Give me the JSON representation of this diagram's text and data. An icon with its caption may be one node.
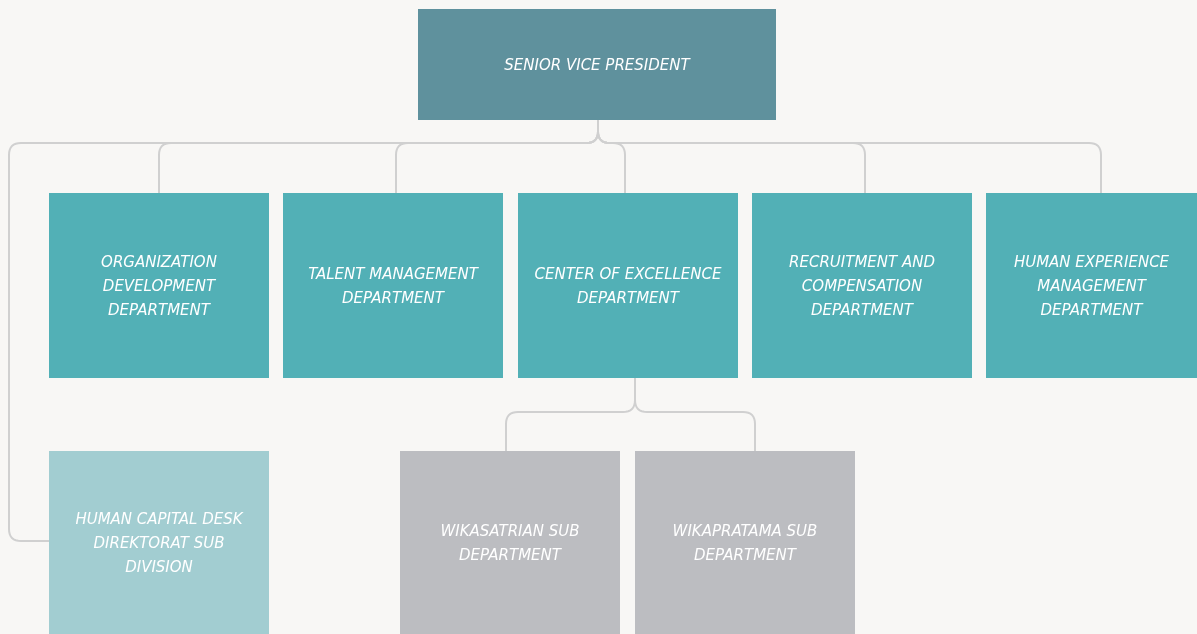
{
  "diagram": {
    "nodes": [
      {
        "text": [
          "SENIOR VICE PRESIDENT"
        ]
      },
      {
        "text": [
          "ORGANIZATION DEVELOPMENT DEPARTMENT"
        ]
      },
      {
        "text": [
          "TALENT MANAGEMENT DEPARTMENT"
        ]
      },
      {
        "text": [
          "CENTER OF EXCELLENCE DEPARTMENT"
        ]
      },
      {
        "text": [
          "RECRUITMENT AND COMPENSATION DEPARTMENT"
        ]
      },
      {
        "text": [
          "HUMAN EXPERIENCE MANAGEMENT DEPARTMENT"
        ]
      },
      {
        "text": [
          "HUMAN CAPITAL DESK DIREKTORAT SUB DIVISION"
        ]
      },
      {
        "text": [
          "WIKASATRIAN SUB DEPARTMENT"
        ]
      },
      {
        "text": [
          "WIKAPRATAMA SUB DEPARTMENT"
        ]
      }
    ],
    "edges": [
      {
        "from": 0,
        "to": 1,
        "arrow": "none"
      },
      {
        "from": 0,
        "to": 2,
        "arrow": "none"
      },
      {
        "from": 0,
        "to": 3,
        "arrow": "none"
      },
      {
        "from": 0,
        "to": 4,
        "arrow": "none"
      },
      {
        "from": 0,
        "to": 5,
        "arrow": "none"
      },
      {
        "from": 0,
        "to": 6,
        "arrow": "none"
      },
      {
        "from": 3,
        "to": 7,
        "arrow": "none"
      },
      {
        "from": 3,
        "to": 8,
        "arrow": "none"
      }
    ]
  }
}
